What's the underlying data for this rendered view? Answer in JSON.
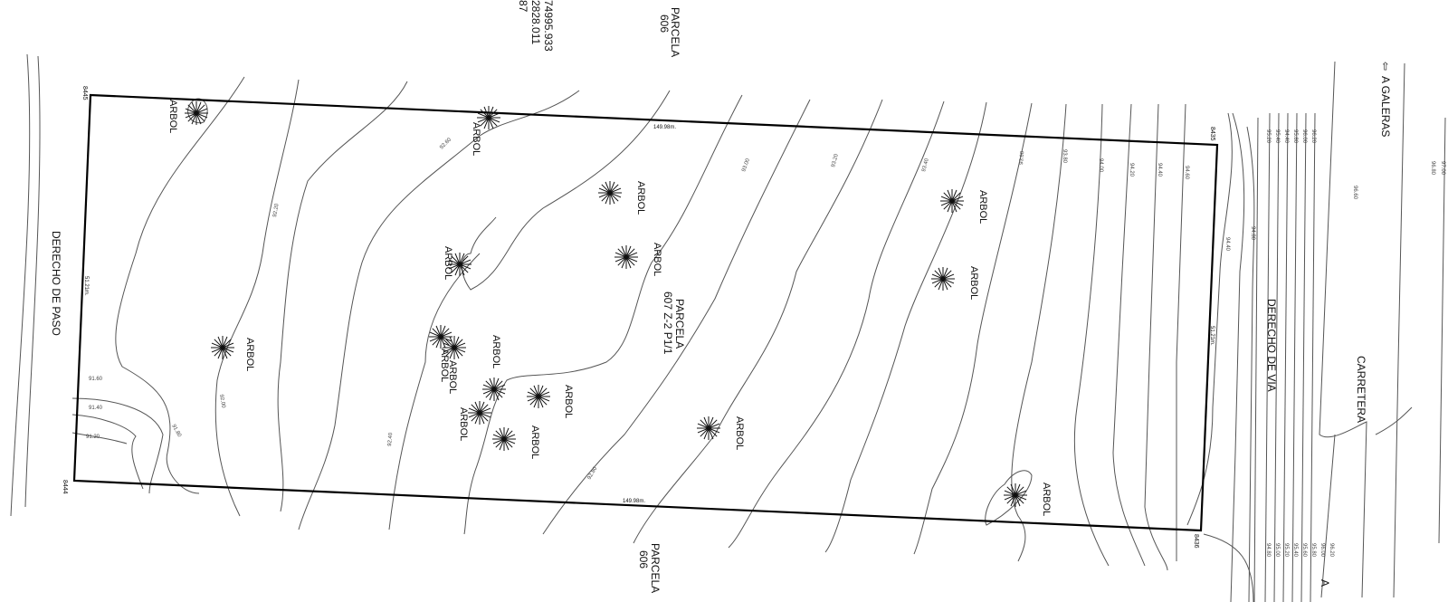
{
  "coords": {
    "line1": "74995.933",
    "line2": "2828.011",
    "line3": "87"
  },
  "labels": {
    "parcela_top": [
      "PARCELA",
      "606"
    ],
    "parcela_bottom": [
      "PARCELA",
      "606"
    ],
    "parcela_main": [
      "PARCELA",
      "607 Z-2 P1/1"
    ],
    "derecho_paso": "DERECHO DE PASO",
    "derecho_via": "DERECHO DE VIA",
    "carretera": "CARRETERA",
    "a_galeras": "A GALERAS",
    "a_bottom": "A",
    "tree": "ARBOL"
  },
  "vertices": {
    "v1": "8445",
    "v2": "8435",
    "v3": "8436",
    "v4": "8444"
  },
  "dimensions": {
    "top": "149.98m.",
    "bottom": "149.98m.",
    "left": "51.21m.",
    "right": "51.21m."
  },
  "contour_labels": [
    "91.60",
    "91.40",
    "91.20",
    "91.80",
    "92.00",
    "92.20",
    "92.40",
    "92.60",
    "92.80",
    "93.00",
    "93.20",
    "93.40",
    "93.60",
    "93.80",
    "94.00",
    "94.20",
    "94.40",
    "94.60",
    "94.80",
    "95.00",
    "95.20",
    "95.40",
    "95.60",
    "95.80",
    "96.00",
    "96.20",
    "96.60",
    "96.80",
    "97.00"
  ]
}
